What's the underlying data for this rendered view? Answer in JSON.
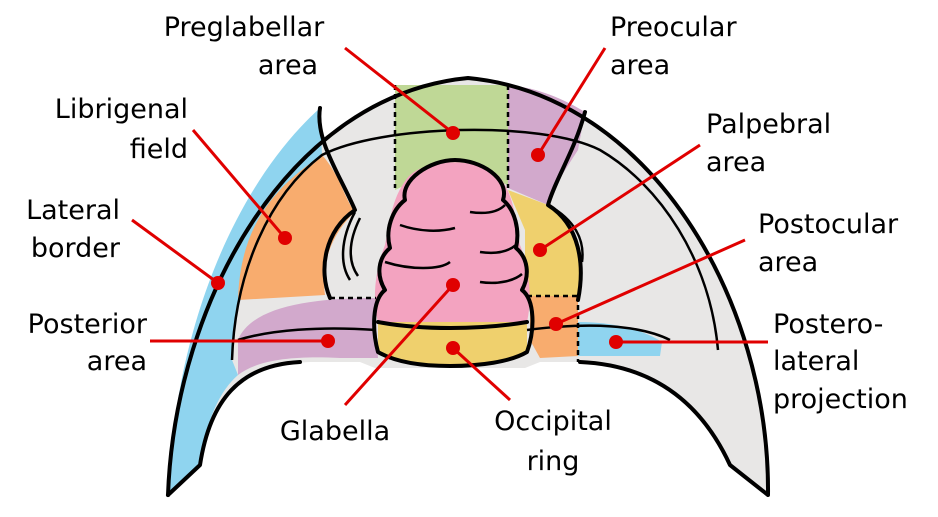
{
  "colors": {
    "lateral_border": "#8fd4ef",
    "librigenal_field": "#f8ac6e",
    "preglabellar_area": "#bfd896",
    "preocular_area": "#d2a9cc",
    "palpebral_area": "#efd06d",
    "postocular_area": "#f8ac6e",
    "glabella": "#f3a3c0",
    "occipital_ring": "#efd06d",
    "posterior_area": "#d2a9cc",
    "posterolateral_projection": "#8fd4ef",
    "fixigena_grey": "#e8e7e6",
    "leader": "#e00000"
  },
  "labels": {
    "preglabellar": [
      "Preglabellar",
      "area"
    ],
    "preocular": [
      "Preocular",
      "area"
    ],
    "librigenal": [
      "Librigenal",
      "field"
    ],
    "palpebral": [
      "Palpebral",
      "area"
    ],
    "lateral_border": [
      "Lateral",
      "border"
    ],
    "postocular": [
      "Postocular",
      "area"
    ],
    "posterior": [
      "Posterior",
      "area"
    ],
    "posterolateral": [
      "Postero-",
      "lateral",
      "projection"
    ],
    "glabella": [
      "Glabella"
    ],
    "occipital": [
      "Occipital",
      "ring"
    ]
  }
}
